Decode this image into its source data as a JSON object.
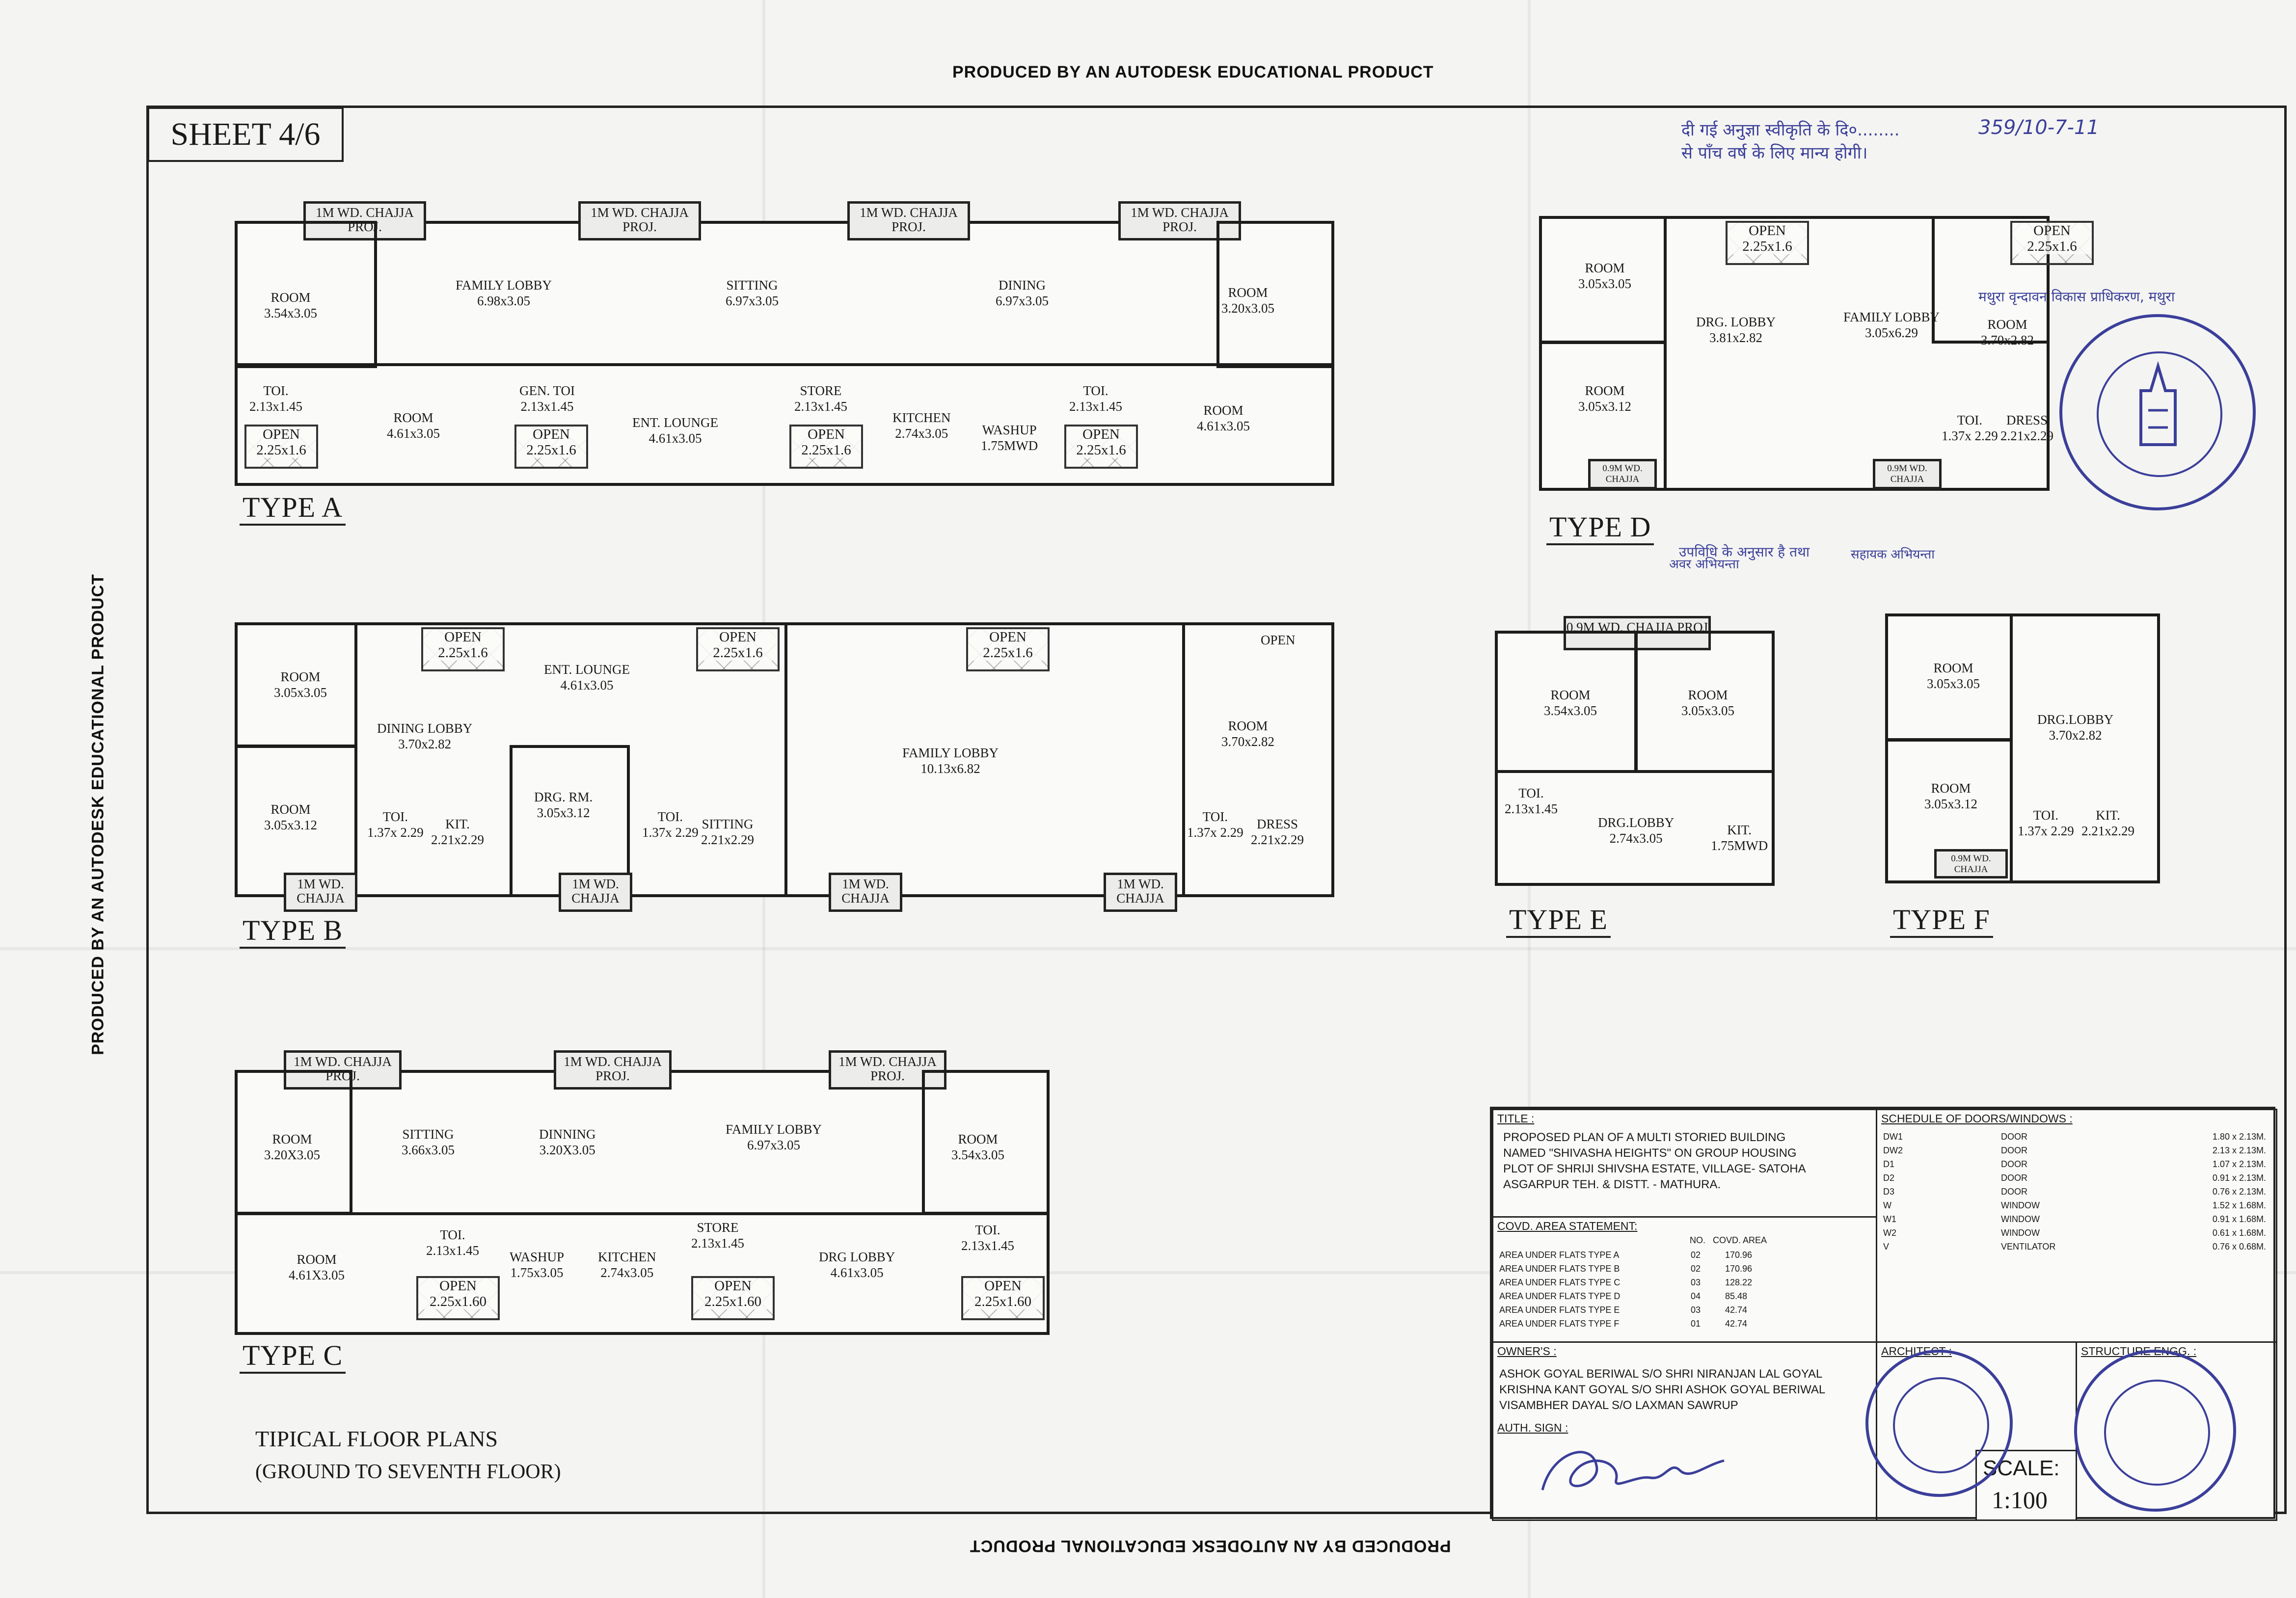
{
  "header": {
    "banner": "PRODUCED BY AN AUTODESK EDUCATIONAL PRODUCT"
  },
  "sheet": {
    "label": "SHEET 4/6"
  },
  "plans": {
    "type_a": {
      "label": "TYPE A",
      "chajja": [
        "1M WD. CHAJJA PROJ.",
        "1M WD. CHAJJA PROJ.",
        "1M WD. CHAJJA PROJ.",
        "1M WD. CHAJJA PROJ."
      ],
      "rooms": [
        {
          "name": "ROOM",
          "size": "3.54x3.05"
        },
        {
          "name": "FAMILY LOBBY",
          "size": "6.98x3.05"
        },
        {
          "name": "SITTING",
          "size": "6.97x3.05"
        },
        {
          "name": "DINING",
          "size": "6.97x3.05"
        },
        {
          "name": "ROOM",
          "size": "3.20x3.05"
        },
        {
          "name": "TOI.",
          "size": "2.13x1.45"
        },
        {
          "name": "ROOM",
          "size": "4.61x3.05"
        },
        {
          "name": "GEN. TOI",
          "size": "2.13x1.45"
        },
        {
          "name": "ENT. LOUNGE",
          "size": "4.61x3.05"
        },
        {
          "name": "STORE",
          "size": "2.13x1.45"
        },
        {
          "name": "KITCHEN",
          "size": "2.74x3.05"
        },
        {
          "name": "WASHUP",
          "size": "1.75MWD"
        },
        {
          "name": "TOI.",
          "size": "2.13x1.45"
        },
        {
          "name": "ROOM",
          "size": "4.61x3.05"
        }
      ],
      "open": [
        "OPEN 2.25x1.6",
        "OPEN 2.25x1.6",
        "OPEN 2.25x1.6",
        "OPEN 2.25x1.6"
      ]
    },
    "type_b": {
      "label": "TYPE B",
      "rooms": [
        {
          "name": "ROOM",
          "size": "3.05x3.05"
        },
        {
          "name": "DINING LOBBY",
          "size": "3.70x2.82"
        },
        {
          "name": "ENT. LOUNGE",
          "size": "4.61x3.05"
        },
        {
          "name": "ROOM",
          "size": "3.05x3.12"
        },
        {
          "name": "TOI.",
          "size": "1.37x 2.29"
        },
        {
          "name": "KIT.",
          "size": "2.21x2.29"
        },
        {
          "name": "DRG. RM.",
          "size": "3.05x3.12"
        },
        {
          "name": "TOI.",
          "size": "1.37x 2.29"
        },
        {
          "name": "SITTING",
          "size": "2.21x2.29"
        },
        {
          "name": "FAMILY LOBBY",
          "size": "10.13x6.82"
        },
        {
          "name": "ROOM",
          "size": "3.70x2.82"
        },
        {
          "name": "TOI.",
          "size": "1.37x 2.29"
        },
        {
          "name": "DRESS",
          "size": "2.21x2.29"
        }
      ],
      "open": [
        "OPEN 2.25x1.6",
        "OPEN 2.25x1.6",
        "OPEN 2.25x1.6",
        "OPEN"
      ],
      "chajja": [
        "1M WD. CHAJJA",
        "1M WD. CHAJJA",
        "1M WD. CHAJJA",
        "1M WD. CHAJJA"
      ]
    },
    "type_c": {
      "label": "TYPE C",
      "chajja": [
        "1M WD. CHAJJA PROJ.",
        "1M WD. CHAJJA PROJ.",
        "1M WD. CHAJJA PROJ."
      ],
      "rooms": [
        {
          "name": "ROOM",
          "size": "3.20X3.05"
        },
        {
          "name": "SITTING",
          "size": "3.66x3.05"
        },
        {
          "name": "DINNING",
          "size": "3.20X3.05"
        },
        {
          "name": "FAMILY LOBBY",
          "size": "6.97x3.05"
        },
        {
          "name": "ROOM",
          "size": "3.54x3.05"
        },
        {
          "name": "ROOM",
          "size": "4.61X3.05"
        },
        {
          "name": "TOI.",
          "size": "2.13x1.45"
        },
        {
          "name": "WASHUP",
          "size": "1.75x3.05"
        },
        {
          "name": "KITCHEN",
          "size": "2.74x3.05"
        },
        {
          "name": "STORE",
          "size": "2.13x1.45"
        },
        {
          "name": "DRG LOBBY",
          "size": "4.61x3.05"
        },
        {
          "name": "TOI.",
          "size": "2.13x1.45"
        }
      ],
      "open": [
        "OPEN 2.25x1.60",
        "OPEN 2.25x1.60",
        "OPEN 2.25x1.60"
      ]
    },
    "type_d": {
      "label": "TYPE D",
      "rooms": [
        {
          "name": "ROOM",
          "size": "3.05x3.05"
        },
        {
          "name": "DRG. LOBBY",
          "size": "3.81x2.82"
        },
        {
          "name": "FAMILY LOBBY",
          "size": "3.05x6.29"
        },
        {
          "name": "ROOM",
          "size": "3.70x2.82"
        },
        {
          "name": "ROOM",
          "size": "3.05x3.12"
        },
        {
          "name": "TOI.",
          "size": "1.37x 2.29"
        },
        {
          "name": "DRESS",
          "size": "2.21x2.29"
        }
      ],
      "open": [
        "OPEN 2.25x1.6",
        "OPEN 2.25x1.6"
      ],
      "chajja": [
        "0.9M WD. CHAJJA",
        "0.9M WD. CHAJJA"
      ]
    },
    "type_e": {
      "label": "TYPE E",
      "chajja": [
        "0.9M WD. CHAJJA PROJ"
      ],
      "rooms": [
        {
          "name": "ROOM",
          "size": "3.54x3.05"
        },
        {
          "name": "ROOM",
          "size": "3.05x3.05"
        },
        {
          "name": "TOI.",
          "size": "2.13x1.45"
        },
        {
          "name": "DRG.LOBBY",
          "size": "2.74x3.05"
        },
        {
          "name": "KIT.",
          "size": "1.75MWD"
        }
      ]
    },
    "type_f": {
      "label": "TYPE F",
      "rooms": [
        {
          "name": "ROOM",
          "size": "3.05x3.05"
        },
        {
          "name": "DRG.LOBBY",
          "size": "3.70x2.82"
        },
        {
          "name": "ROOM",
          "size": "3.05x3.12"
        },
        {
          "name": "TOI.",
          "size": "1.37x 2.29"
        },
        {
          "name": "KIT.",
          "size": "2.21x2.29"
        }
      ],
      "chajja": [
        "0.9M WD. CHAJJA"
      ]
    }
  },
  "floor_title": {
    "line1": "TIPICAL FLOOR PLANS",
    "line2": "(GROUND TO SEVENTH FLOOR)"
  },
  "title_block": {
    "title_label": "TITLE :",
    "title_lines": [
      "PROPOSED PLAN OF A MULTI STORIED BUILDING",
      "NAMED \"SHIVASHA HEIGHTS\" ON GROUP HOUSING",
      "PLOT  OF SHRIJI SHIVSHA ESTATE, VILLAGE- SATOHA",
      "ASGARPUR  TEH. & DISTT. - MATHURA."
    ],
    "covd_label": "COVD. AREA STATEMENT:",
    "covd_headers": [
      "NO.",
      "COVD. AREA"
    ],
    "covd_rows": [
      {
        "label": "AREA UNDER FLATS TYPE A",
        "no": "02",
        "area": "170.96"
      },
      {
        "label": "AREA UNDER FLATS TYPE B",
        "no": "02",
        "area": "170.96"
      },
      {
        "label": "AREA UNDER FLATS TYPE C",
        "no": "03",
        "area": "128.22"
      },
      {
        "label": "AREA UNDER FLATS TYPE D",
        "no": "04",
        "area": "85.48"
      },
      {
        "label": "AREA UNDER FLATS TYPE E",
        "no": "03",
        "area": "42.74"
      },
      {
        "label": "AREA UNDER FLATS TYPE F",
        "no": "01",
        "area": "42.74"
      }
    ],
    "schedule_label": "SCHEDULE OF DOORS/WINDOWS :",
    "schedule_rows": [
      {
        "code": "DW1",
        "type": "DOOR",
        "size": "1.80 x 2.13M."
      },
      {
        "code": "DW2",
        "type": "DOOR",
        "size": "2.13 x 2.13M."
      },
      {
        "code": "D1",
        "type": "DOOR",
        "size": "1.07 x 2.13M."
      },
      {
        "code": "D2",
        "type": "DOOR",
        "size": "0.91 x 2.13M."
      },
      {
        "code": "D3",
        "type": "DOOR",
        "size": "0.76 x 2.13M."
      },
      {
        "code": "W",
        "type": "WINDOW",
        "size": "1.52 x 1.68M."
      },
      {
        "code": "W1",
        "type": "WINDOW",
        "size": "0.91 x 1.68M."
      },
      {
        "code": "W2",
        "type": "WINDOW",
        "size": "0.61 x 1.68M."
      },
      {
        "code": "V",
        "type": "VENTILATOR",
        "size": "0.76 x 0.68M."
      }
    ],
    "owners_label": "OWNER'S :",
    "owners": [
      "ASHOK GOYAL BERIWAL S/O SHRI NIRANJAN LAL  GOYAL",
      "KRISHNA KANT GOYAL S/O SHRI ASHOK GOYAL BERIWAL",
      "VISAMBHER DAYAL S/O LAXMAN SAWRUP"
    ],
    "auth_label": "AUTH. SIGN :",
    "architect_label": "ARCHITECT :",
    "structure_label": "STRUCTURE ENGG. :",
    "scale_label": "SCALE:",
    "scale_value": "1:100"
  },
  "approval": {
    "hindi_line1": "दी गई अनुज्ञा स्वीकृति के दि०........",
    "hindi_line2": "से पाँच वर्ष के लिए मान्य होगी।",
    "map_no": "359/10-7-11",
    "hindi_mid": "मथुरा वृन्दावन विकास प्राधिकरण, मथुरा",
    "hindi_low1": "उपविधि के अनुसार है तथा",
    "sign1": "सहायक अभियन्ता",
    "sign2": "अवर अभियन्ता"
  },
  "colors": {
    "ink": "#1a1a1a",
    "stamp_blue": "#3b3f9a",
    "paper": "#f4f4f2"
  }
}
